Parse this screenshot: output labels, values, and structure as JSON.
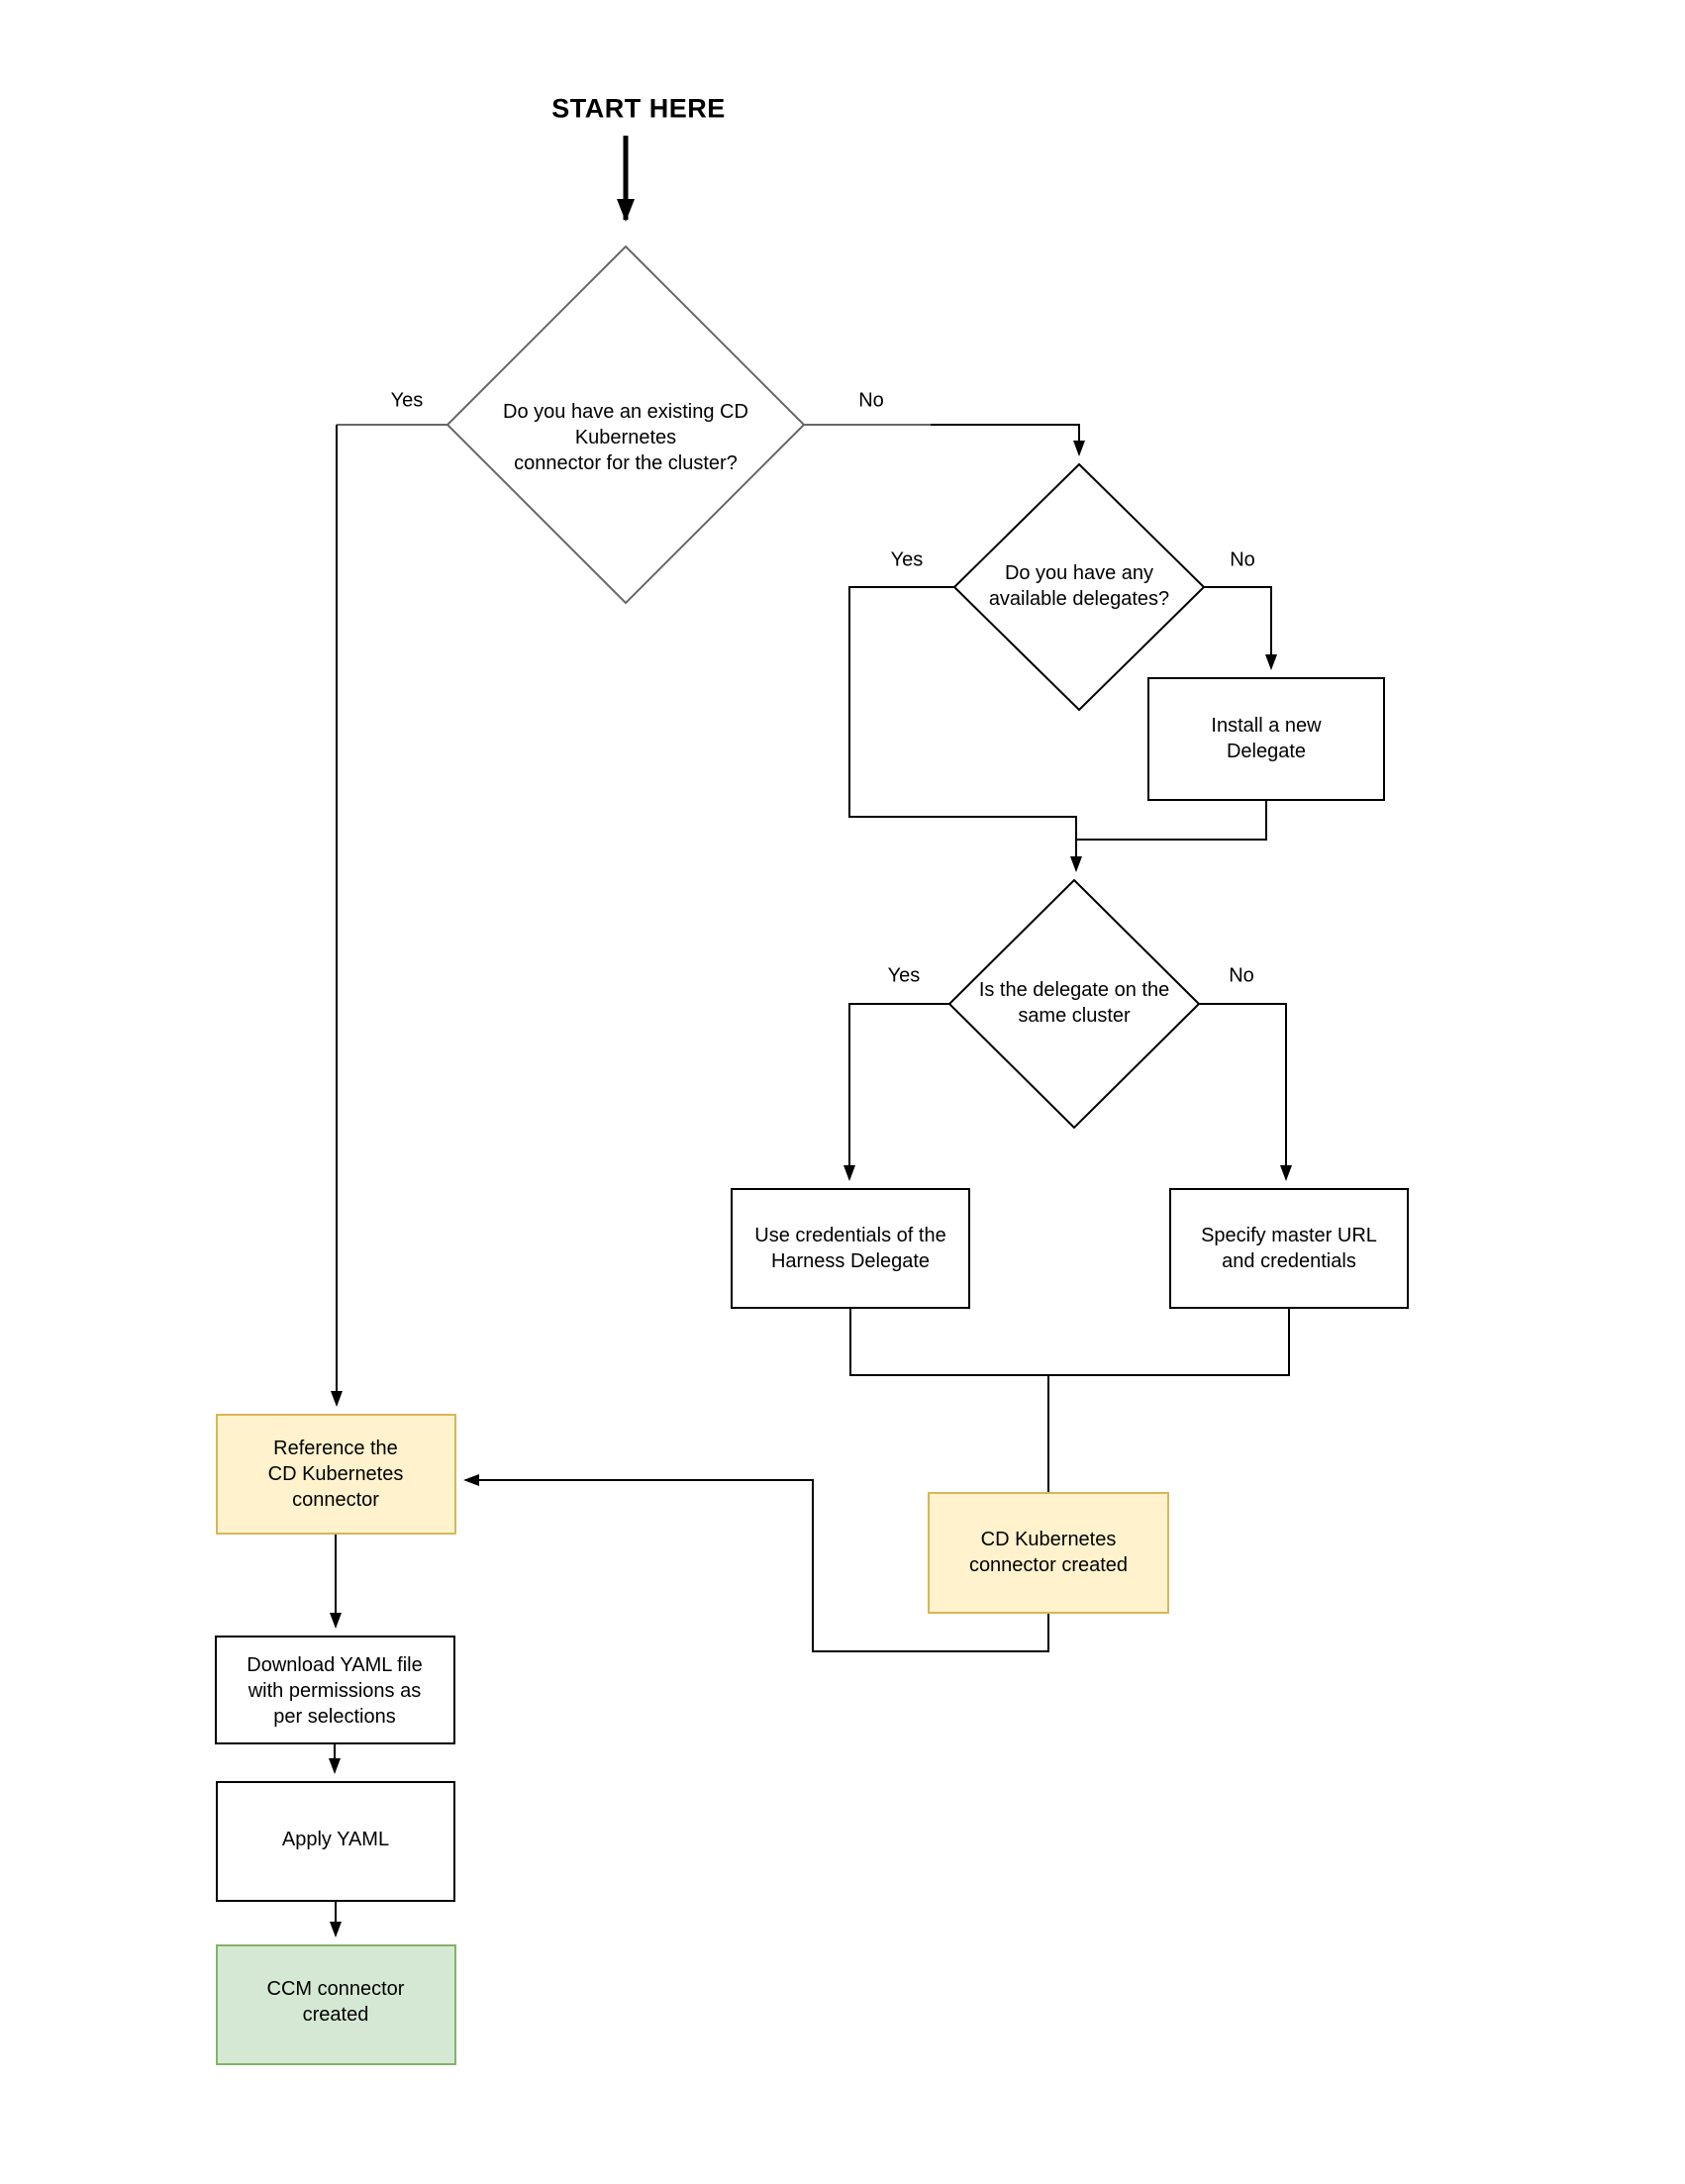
{
  "title": {
    "text": "START HERE"
  },
  "decisions": [
    {
      "label": "Do you have an existing CD\nKubernetes\nconnector for the cluster?",
      "yes": "Yes",
      "no": "No"
    },
    {
      "label": "Do you have any\navailable delegates?",
      "yes": "Yes",
      "no": "No"
    },
    {
      "label": "Is the delegate on the\nsame cluster",
      "yes": "Yes",
      "no": "No"
    }
  ],
  "nodes": {
    "install_delegate": "Install a new\nDelegate",
    "use_credentials": "Use credentials of the\nHarness Delegate",
    "specify_master": "Specify master URL\nand credentials",
    "cd_connector_created": "CD Kubernetes\nconnector created",
    "reference_connector": "Reference the\nCD Kubernetes\nconnector",
    "download_yaml": "Download YAML file\nwith permissions as\nper selections",
    "apply_yaml": "Apply YAML",
    "ccm_connector_created": "CCM connector\ncreated"
  },
  "colors": {
    "highlight_fill": "#FFF2CC",
    "highlight_stroke": "#D6B656",
    "success_fill": "#D5E8D4",
    "success_stroke": "#82B366",
    "decision_stroke": "#666666",
    "node_stroke": "#000000",
    "connector": "#000000"
  }
}
